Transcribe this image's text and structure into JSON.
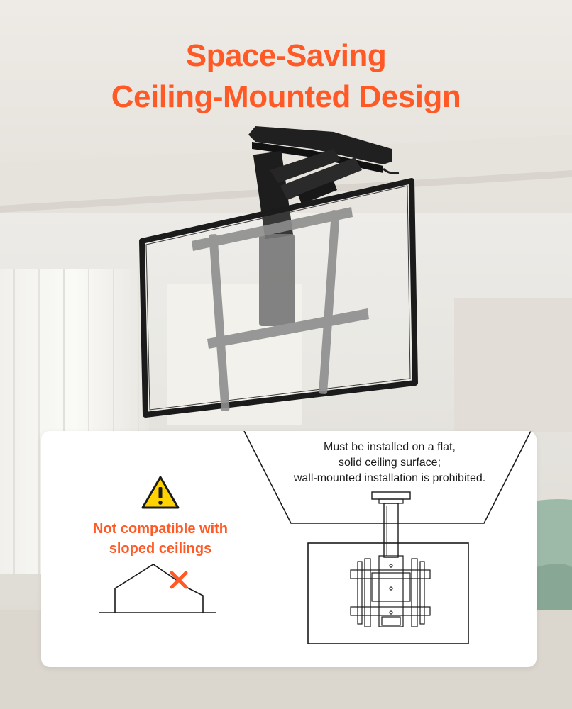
{
  "headline": {
    "line1": "Space-Saving",
    "line2": "Ceiling-Mounted Design"
  },
  "colors": {
    "accent": "#ff5a26",
    "warning_yellow": "#ffd200",
    "wall": "#e9e6e1",
    "tv_frame": "#1b1b1b",
    "bracket": "#8e8e8e"
  },
  "info_card": {
    "warning": {
      "icon": "warning-triangle-icon",
      "line1": "Not compatible with",
      "line2": "sloped ceilings"
    },
    "sloped_roof": {
      "icon": "cross-mark-icon"
    },
    "note": {
      "line1": "Must be installed on a flat,",
      "line2": "solid ceiling surface;",
      "line3": "wall-mounted installation is prohibited."
    }
  }
}
